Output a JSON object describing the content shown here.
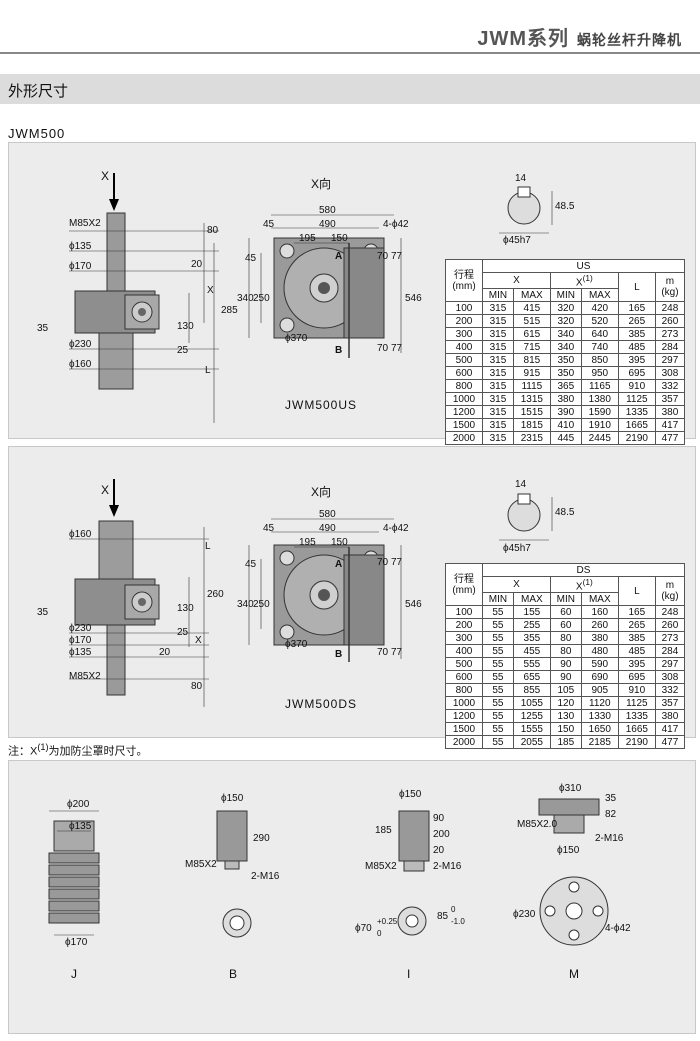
{
  "header": {
    "series": "JWM系列",
    "subtitle": "蜗轮丝杆升降机"
  },
  "section_title": "外形尺寸",
  "model": "JWM500",
  "panel_us": {
    "x_arrow": "X",
    "view_label": "X向",
    "caption": "JWM500US",
    "side_dims": [
      "M85X2",
      "ϕ135",
      "ϕ170",
      "35",
      "ϕ230",
      "ϕ160",
      "80",
      "20",
      "X",
      "285",
      "130",
      "25",
      "L"
    ],
    "plan_dims": [
      "580",
      "490",
      "195",
      "150",
      "45",
      "4-ϕ42",
      "A",
      "B",
      "45",
      "340",
      "250",
      "70",
      "77",
      "546",
      "ϕ370",
      "70",
      "77"
    ],
    "key_dims": [
      "14",
      "48.5",
      "ϕ45h7"
    ],
    "table": {
      "col_stroke": "行程",
      "col_stroke_unit": "(mm)",
      "group": "US",
      "col_x": "X",
      "col_x1": "X",
      "col_x1_sup": "(1)",
      "col_l": "L",
      "col_m": "m",
      "col_m_unit": "(kg)",
      "min": "MIN",
      "max": "MAX",
      "rows": [
        [
          "100",
          "315",
          "415",
          "320",
          "420",
          "165",
          "248"
        ],
        [
          "200",
          "315",
          "515",
          "320",
          "520",
          "265",
          "260"
        ],
        [
          "300",
          "315",
          "615",
          "340",
          "640",
          "385",
          "273"
        ],
        [
          "400",
          "315",
          "715",
          "340",
          "740",
          "485",
          "284"
        ],
        [
          "500",
          "315",
          "815",
          "350",
          "850",
          "395",
          "297"
        ],
        [
          "600",
          "315",
          "915",
          "350",
          "950",
          "695",
          "308"
        ],
        [
          "800",
          "315",
          "1115",
          "365",
          "1165",
          "910",
          "332"
        ],
        [
          "1000",
          "315",
          "1315",
          "380",
          "1380",
          "1125",
          "357"
        ],
        [
          "1200",
          "315",
          "1515",
          "390",
          "1590",
          "1335",
          "380"
        ],
        [
          "1500",
          "315",
          "1815",
          "410",
          "1910",
          "1665",
          "417"
        ],
        [
          "2000",
          "315",
          "2315",
          "445",
          "2445",
          "2190",
          "477"
        ]
      ]
    }
  },
  "panel_ds": {
    "x_arrow": "X",
    "view_label": "X向",
    "caption": "JWM500DS",
    "side_dims": [
      "ϕ160",
      "L",
      "35",
      "260",
      "130",
      "ϕ230",
      "25",
      "ϕ170",
      "X",
      "ϕ135",
      "20",
      "M85X2",
      "80"
    ],
    "plan_dims": [
      "580",
      "490",
      "195",
      "150",
      "45",
      "4-ϕ42",
      "A",
      "B",
      "45",
      "340",
      "250",
      "70",
      "77",
      "546",
      "ϕ370",
      "70",
      "77"
    ],
    "key_dims": [
      "14",
      "48.5",
      "ϕ45h7"
    ],
    "table": {
      "col_stroke": "行程",
      "col_stroke_unit": "(mm)",
      "group": "DS",
      "col_x": "X",
      "col_x1": "X",
      "col_x1_sup": "(1)",
      "col_l": "L",
      "col_m": "m",
      "col_m_unit": "(kg)",
      "min": "MIN",
      "max": "MAX",
      "rows": [
        [
          "100",
          "55",
          "155",
          "60",
          "160",
          "165",
          "248"
        ],
        [
          "200",
          "55",
          "255",
          "60",
          "260",
          "265",
          "260"
        ],
        [
          "300",
          "55",
          "355",
          "80",
          "380",
          "385",
          "273"
        ],
        [
          "400",
          "55",
          "455",
          "80",
          "480",
          "485",
          "284"
        ],
        [
          "500",
          "55",
          "555",
          "90",
          "590",
          "395",
          "297"
        ],
        [
          "600",
          "55",
          "655",
          "90",
          "690",
          "695",
          "308"
        ],
        [
          "800",
          "55",
          "855",
          "105",
          "905",
          "910",
          "332"
        ],
        [
          "1000",
          "55",
          "1055",
          "120",
          "1120",
          "1125",
          "357"
        ],
        [
          "1200",
          "55",
          "1255",
          "130",
          "1330",
          "1335",
          "380"
        ],
        [
          "1500",
          "55",
          "1555",
          "150",
          "1650",
          "1665",
          "417"
        ],
        [
          "2000",
          "55",
          "2055",
          "185",
          "2185",
          "2190",
          "477"
        ]
      ]
    }
  },
  "note": {
    "prefix": "注：X",
    "sup": "(1)",
    "text": "为加防尘罩时尺寸。"
  },
  "accessories": {
    "J": {
      "label": "J",
      "dims": [
        "ϕ200",
        "ϕ135",
        "ϕ170"
      ]
    },
    "B": {
      "label": "B",
      "dims": [
        "ϕ150",
        "290",
        "M85X2",
        "2-M16"
      ]
    },
    "I": {
      "label": "I",
      "dims": [
        "ϕ150",
        "185",
        "90",
        "200",
        "20",
        "M85X2",
        "2-M16",
        "ϕ70",
        "+0.25",
        "0",
        "85",
        "0",
        "-1.0"
      ]
    },
    "M": {
      "label": "M",
      "dims": [
        "ϕ310",
        "35",
        "82",
        "M85X2.0",
        "2-M16",
        "ϕ150",
        "ϕ230",
        "4-ϕ42"
      ]
    }
  }
}
